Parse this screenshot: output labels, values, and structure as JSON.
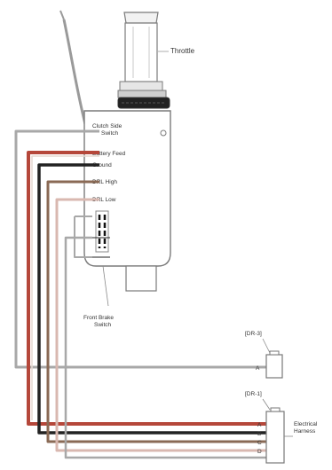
{
  "diagram": {
    "throttle_label": "Throttle",
    "switch_labels": [
      "Clutch Side Switch",
      "Battery Feed",
      "Ground",
      "DRL High",
      "DRL Low"
    ],
    "brake_label": "Front Brake Switch",
    "connector_top_label": "[DR-3]",
    "connector_bottom_label": "[DR-1]",
    "connector_top_pins": [
      "A"
    ],
    "connector_bottom_pins": [
      "A",
      "B",
      "C",
      "D"
    ],
    "harness_label": "Electrical Harness",
    "colors": {
      "gray": "#a8a8a8",
      "red": "#b5473a",
      "black": "#222222",
      "brown": "#8a6a55",
      "pink": "#d9b8b0",
      "housing": "#7a7a7a"
    }
  }
}
